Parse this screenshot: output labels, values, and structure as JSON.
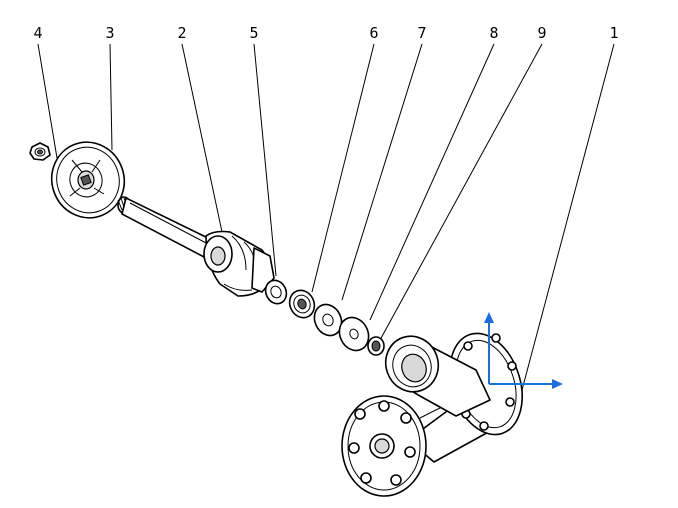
{
  "callouts": [
    {
      "id": "4",
      "label": "4"
    },
    {
      "id": "3",
      "label": "3"
    },
    {
      "id": "2",
      "label": "2"
    },
    {
      "id": "5",
      "label": "5"
    },
    {
      "id": "6",
      "label": "6"
    },
    {
      "id": "7",
      "label": "7"
    },
    {
      "id": "8",
      "label": "8"
    },
    {
      "id": "9",
      "label": "9"
    },
    {
      "id": "1",
      "label": "1"
    }
  ],
  "colors": {
    "line": "#000000",
    "background": "#ffffff",
    "axis": "#1a6fe0",
    "shade": "#d9d9d9"
  }
}
